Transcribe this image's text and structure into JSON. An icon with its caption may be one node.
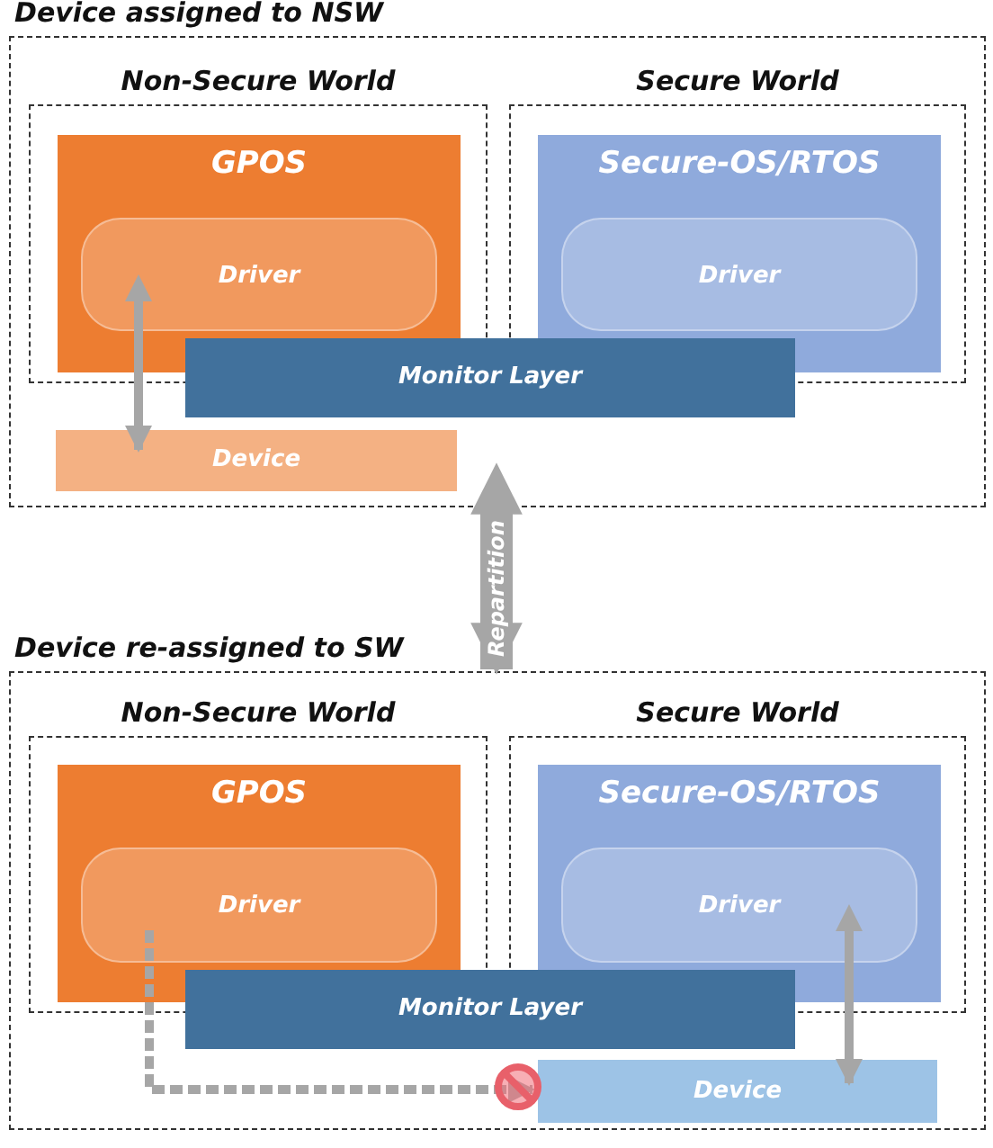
{
  "diagram": {
    "nodes": [
      {
        "text": [
          "Device assigned to NSW"
        ]
      },
      {
        "text": [
          "Non-Secure World"
        ],
        "in": 0
      },
      {
        "text": [
          "Secure World"
        ],
        "in": 0
      },
      {
        "text": [
          "GPOS"
        ],
        "in": 1
      },
      {
        "text": [
          "Driver"
        ],
        "in": 3
      },
      {
        "text": [
          "Secure-OS/RTOS"
        ],
        "in": 2
      },
      {
        "text": [
          "Driver"
        ],
        "in": 5
      },
      {
        "text": [
          "Monitor Layer"
        ],
        "in": 0
      },
      {
        "text": [
          "Device"
        ],
        "in": 0
      },
      {
        "text": [
          "Device re-assigned to SW"
        ]
      },
      {
        "text": [
          "Non-Secure World"
        ],
        "in": 9
      },
      {
        "text": [
          "Secure World"
        ],
        "in": 9
      },
      {
        "text": [
          "GPOS"
        ],
        "in": 10
      },
      {
        "text": [
          "Driver"
        ],
        "in": 12
      },
      {
        "text": [
          "Secure-OS/RTOS"
        ],
        "in": 11
      },
      {
        "text": [
          "Driver"
        ],
        "in": 14
      },
      {
        "text": [
          "Monitor Layer"
        ],
        "in": 9
      },
      {
        "text": [
          "Device"
        ],
        "in": 9
      }
    ],
    "edges": [
      {
        "from": 4,
        "to": 8,
        "arrow": "both"
      },
      {
        "from": 0,
        "to": 9,
        "arrow": "both",
        "label": "Repartition",
        "style": "thick"
      },
      {
        "from": 15,
        "to": 17,
        "arrow": "both"
      },
      {
        "from": 13,
        "to": 17,
        "arrow": "to",
        "style": "dashed"
      }
    ]
  }
}
